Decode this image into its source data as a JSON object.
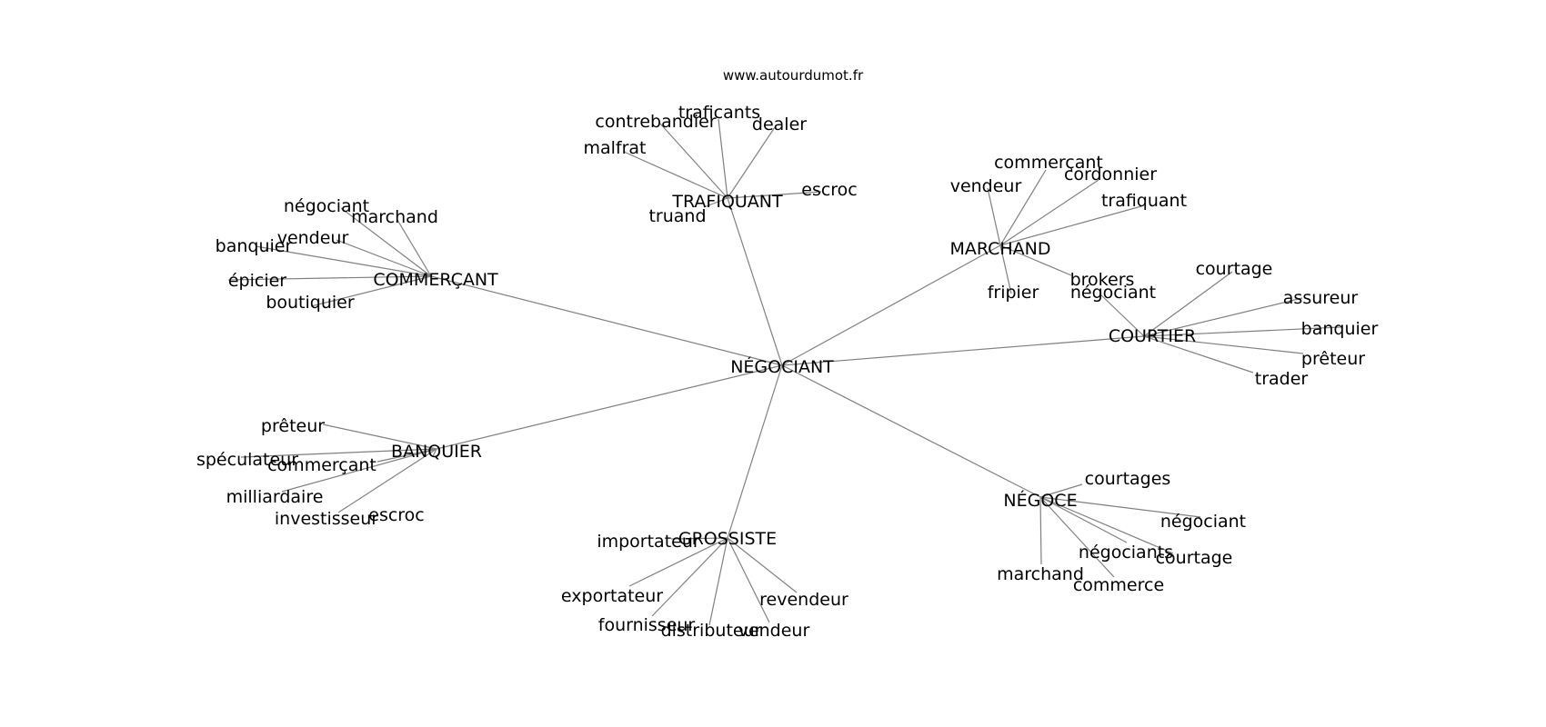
{
  "site": "www.autourdumot.fr",
  "center": "NÉGOCIANT",
  "groups": [
    {
      "label": "TRAFIQUANT",
      "leaves": [
        "malfrat",
        "contrebandier",
        "traficants",
        "dealer",
        "escroc",
        "truand"
      ]
    },
    {
      "label": "MARCHAND",
      "leaves": [
        "vendeur",
        "commerçant",
        "cordonnier",
        "trafiquant",
        "brokers",
        "fripier"
      ]
    },
    {
      "label": "COMMERÇANT",
      "leaves": [
        "négociant",
        "marchand",
        "vendeur",
        "banquier",
        "épicier",
        "boutiquier"
      ]
    },
    {
      "label": "COURTIER",
      "leaves": [
        "négociant",
        "courtage",
        "assureur",
        "banquier",
        "prêteur",
        "trader"
      ]
    },
    {
      "label": "BANQUIER",
      "leaves": [
        "prêteur",
        "spéculateur",
        "commerçant",
        "milliardaire",
        "investisseur",
        "escroc"
      ]
    },
    {
      "label": "NÉGOCE",
      "leaves": [
        "courtages",
        "négociant",
        "négociants",
        "courtage",
        "marchand",
        "commerce"
      ]
    },
    {
      "label": "GROSSISTE",
      "leaves": [
        "importateur",
        "exportateur",
        "fournisseur",
        "distributeur",
        "vendeur",
        "revendeur"
      ]
    }
  ]
}
